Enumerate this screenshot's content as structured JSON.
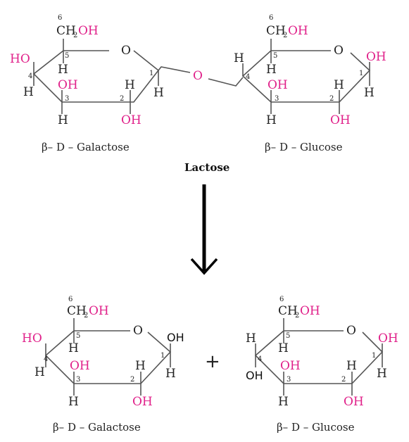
{
  "labels": {
    "top_left_sugar": "β– D – Galactose",
    "top_right_sugar": "β– D – Glucose",
    "disaccharide": "Lactose",
    "bottom_left_sugar": "β– D – Galactose",
    "bottom_right_sugar": "β– D – Glucose",
    "plus": "+"
  },
  "atoms": {
    "O": "O",
    "H": "H",
    "OH": "OH",
    "HO": "HO",
    "CH2OH_main": "CH",
    "CH2OH_sub": "2",
    "CH2OH_tail": "OH",
    "c1": "1",
    "c2": "2",
    "c3": "3",
    "c4": "4",
    "c5": "5",
    "c6": "6"
  },
  "colors": {
    "hydroxyl": "#e0218a",
    "bonds": "#555555",
    "text": "#222222"
  }
}
